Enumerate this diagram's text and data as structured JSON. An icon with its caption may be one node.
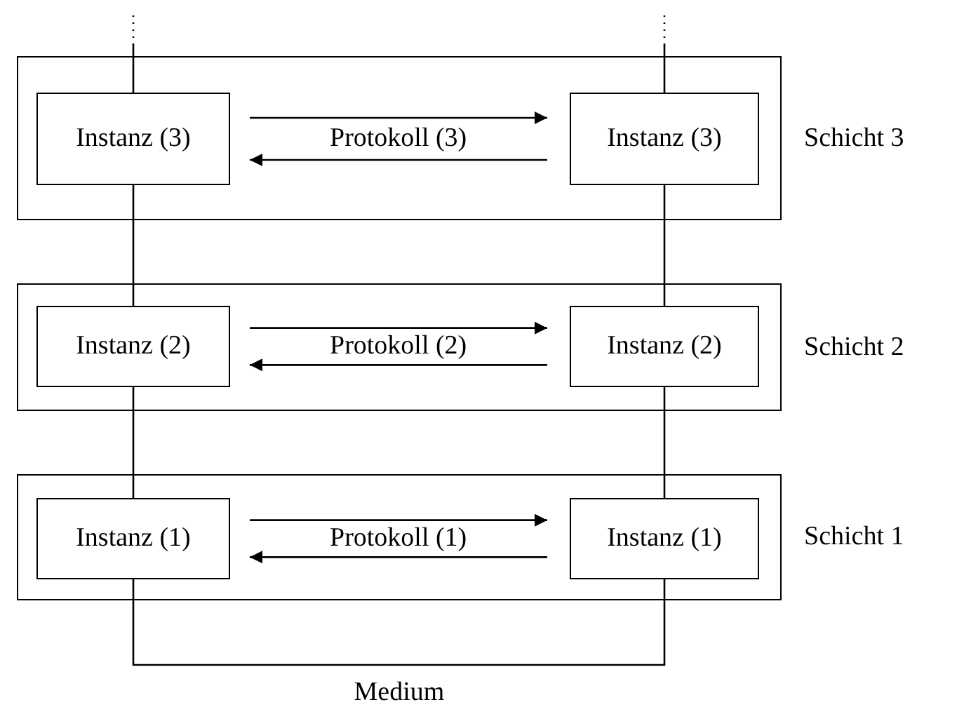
{
  "diagram": {
    "nodes": [
      {
        "text": [
          "Schicht 3"
        ]
      },
      {
        "text": [
          "Instanz (3)"
        ],
        "in": 0
      },
      {
        "text": [
          "Instanz (3)"
        ],
        "in": 0
      },
      {
        "text": [
          "Schicht 2"
        ]
      },
      {
        "text": [
          "Instanz (2)"
        ],
        "in": 3
      },
      {
        "text": [
          "Instanz (2)"
        ],
        "in": 3
      },
      {
        "text": [
          "Schicht 1"
        ]
      },
      {
        "text": [
          "Instanz (1)"
        ],
        "in": 6
      },
      {
        "text": [
          "Instanz (1)"
        ],
        "in": 6
      }
    ],
    "edges": [
      {
        "from": 1,
        "to": null,
        "arrow": "none",
        "style": "dashed"
      },
      {
        "from": 2,
        "to": null,
        "arrow": "none",
        "style": "dashed"
      },
      {
        "from": 1,
        "to": 2,
        "arrow": "to",
        "label": "Protokoll (3)"
      },
      {
        "from": 2,
        "to": 1,
        "arrow": "to"
      },
      {
        "from": 1,
        "to": 4,
        "arrow": "none"
      },
      {
        "from": 2,
        "to": 5,
        "arrow": "none"
      },
      {
        "from": 4,
        "to": 5,
        "arrow": "to",
        "label": "Protokoll (2)"
      },
      {
        "from": 5,
        "to": 4,
        "arrow": "to"
      },
      {
        "from": 4,
        "to": 7,
        "arrow": "none"
      },
      {
        "from": 5,
        "to": 8,
        "arrow": "none"
      },
      {
        "from": 7,
        "to": 8,
        "arrow": "to",
        "label": "Protokoll (1)"
      },
      {
        "from": 8,
        "to": 7,
        "arrow": "to"
      },
      {
        "from": 7,
        "to": 8,
        "arrow": "none",
        "label": "Medium"
      }
    ]
  }
}
